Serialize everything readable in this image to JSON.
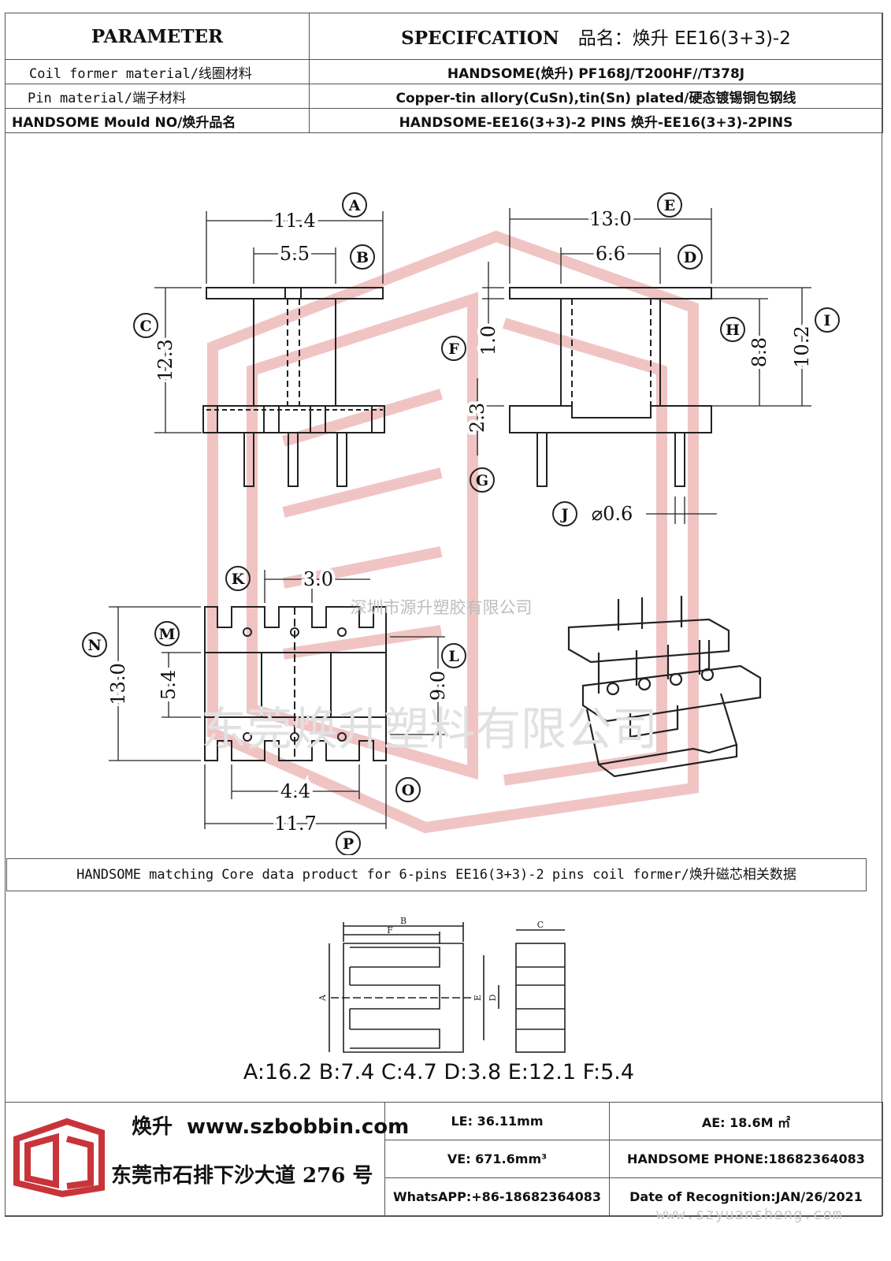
{
  "header": {
    "parameter_label": "PARAMETER",
    "spec_label": "SPECIFCATION",
    "product_name": "品名：焕升 EE16(3+3)-2"
  },
  "rows": [
    {
      "label": "Coil former material/线圈材料",
      "value": "HANDSOME(焕升)   PF168J/T200HF//T378J"
    },
    {
      "label": "Pin material/端子材料",
      "value": "Copper-tin allory(CuSn),tin(Sn) plated/硬态镀锡铜包钢线"
    },
    {
      "label": "HANDSOME Mould NO/焕升品名",
      "value": "HANDSOME-EE16(3+3)-2 PINS    焕升-EE16(3+3)-2PINS"
    }
  ],
  "dimensions": {
    "A": "11.4",
    "B": "5.5",
    "C": "12.3",
    "D": "6.6",
    "E": "13.0",
    "F": "1.0",
    "G": "2.3",
    "H": "8.8",
    "I": "10.2",
    "J": "⌀0.6",
    "K": "3.0",
    "L": "9.0",
    "M": "5.4",
    "N": "13.0",
    "O": "4.4",
    "P": "11.7"
  },
  "dimension_letters": [
    "A",
    "B",
    "C",
    "D",
    "E",
    "F",
    "G",
    "H",
    "I",
    "J",
    "K",
    "L",
    "M",
    "N",
    "O",
    "P"
  ],
  "watermarks": {
    "company_small": "深圳市源升塑胶有限公司",
    "company_large": "东莞焕升塑料有限公司",
    "website": "www.szyuansheng.com"
  },
  "core": {
    "title": "HANDSOME matching Core data  product for 6-pins EE16(3+3)-2 pins coil former/焕升磁芯相关数据",
    "drawing_labels": [
      "A",
      "B",
      "C",
      "D",
      "E",
      "F"
    ],
    "values": "A:16.2 B:7.4 C:4.7 D:3.8 E:12.1 F:5.4"
  },
  "footer": {
    "brand": "焕升",
    "website": "www.szbobbin.com",
    "address": "东莞市石排下沙大道 276 号",
    "le": "LE: 36.11mm",
    "ae": "AE: 18.6M ㎡",
    "ve": "VE: 671.6mm³",
    "phone": "HANDSOME PHONE:18682364083",
    "whatsapp": "WhatsAPP:+86-18682364083",
    "date": "Date of Recognition:JAN/26/2021"
  },
  "colors": {
    "watermark_red": "#f1c4c4",
    "line": "#222222",
    "border": "#555555"
  }
}
